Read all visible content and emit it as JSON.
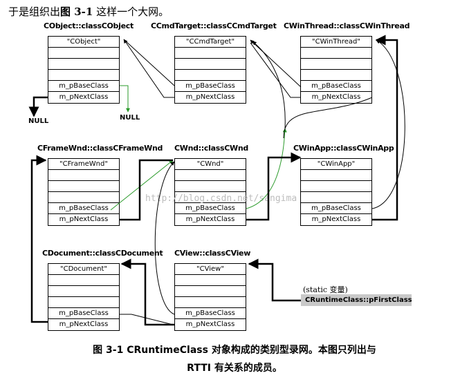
{
  "intro": {
    "before": "于是组织出",
    "figure": "图 3-1",
    "after": " 这样一个大网。"
  },
  "classes": {
    "cobject": {
      "title": "CObject::classCObject",
      "name": "\"CObject\"",
      "base": "m_pBaseClass",
      "next": "m_pNextClass"
    },
    "ccmdtarget": {
      "title": "CCmdTarget::classCCmdTarget",
      "name": "\"CCmdTarget\"",
      "base": "m_pBaseClass",
      "next": "m_pNextClass"
    },
    "cwinthread": {
      "title": "CWinThread::classCWinThread",
      "name": "\"CWinThread\"",
      "base": "m_pBaseClass",
      "next": "m_pNextClass"
    },
    "cframewnd": {
      "title": "CFrameWnd::classCFrameWnd",
      "name": "\"CFrameWnd\"",
      "base": "m_pBaseClass",
      "next": "m_pNextClass"
    },
    "cwnd": {
      "title": "CWnd::classCWnd",
      "name": "\"CWnd\"",
      "base": "m_pBaseClass",
      "next": "m_pNextClass"
    },
    "cwinapp": {
      "title": "CWinApp::classCWinApp",
      "name": "\"CWinApp\"",
      "base": "m_pBaseClass",
      "next": "m_pNextClass"
    },
    "cdocument": {
      "title": "CDocument::classCDocument",
      "name": "\"CDocument\"",
      "base": "m_pBaseClass",
      "next": "m_pNextClass"
    },
    "cview": {
      "title": "CView::classCView",
      "name": "\"CView\"",
      "base": "m_pBaseClass",
      "next": "m_pNextClass"
    }
  },
  "null_label": "NULL",
  "static_label": "(static 变量)",
  "first_class": "CRuntimeClass::pFirstClass",
  "watermark": "http://blog.csdn.net/sangima",
  "caption": {
    "line1": "图 3-1   CRuntimeClass 对象构成的类别型录网。本图只列出与",
    "line2": "RTTI 有关系的成员。"
  },
  "colors": {
    "arrow": "#000000",
    "base_link": "#2a9a2a"
  }
}
